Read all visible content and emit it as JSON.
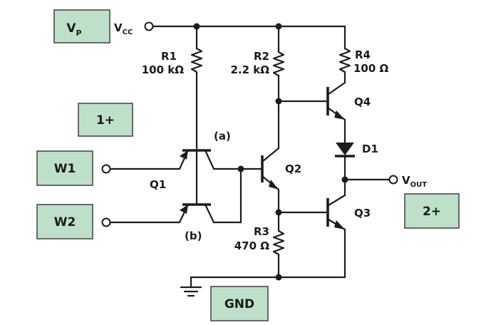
{
  "boxes": {
    "vp": {
      "main": "V",
      "sub": "P"
    },
    "one_plus": "1+",
    "two_plus": "2+",
    "w1": "W1",
    "w2": "W2",
    "gnd": "GND"
  },
  "nodes": {
    "vcc": {
      "main": "V",
      "sub": "CC"
    },
    "vout": {
      "main": "V",
      "sub": "OUT"
    }
  },
  "components": {
    "r1": {
      "name": "R1",
      "value": "100 kΩ"
    },
    "r2": {
      "name": "R2",
      "value": "2.2 kΩ"
    },
    "r3": {
      "name": "R3",
      "value": "470 Ω"
    },
    "r4": {
      "name": "R4",
      "value": "100  Ω"
    },
    "q1": "Q1",
    "q2": "Q2",
    "q3": "Q3",
    "q4": "Q4",
    "d1": "D1"
  },
  "emitters": {
    "a": "(a)",
    "b": "(b)"
  },
  "colors": {
    "box_fill": "#bfe0c8",
    "box_border": "#4a4a4a",
    "ink": "#1c1c1c",
    "background": "#ffffff"
  }
}
